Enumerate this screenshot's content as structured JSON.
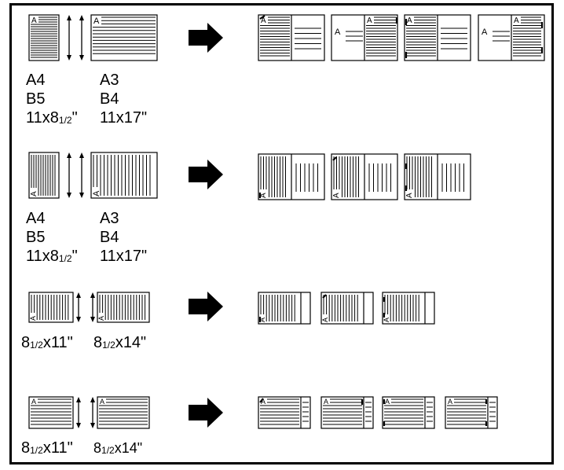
{
  "colors": {
    "ink": "#000000",
    "paper": "#ffffff"
  },
  "rows": [
    {
      "orientation": "portrait-text-horizontal",
      "left_sizes": [
        "A4",
        "B5"
      ],
      "left_fraction": {
        "int": "11x8",
        "frac": "1/2",
        "end": "\""
      },
      "right_sizes": [
        "A3",
        "B4",
        "11x17\""
      ]
    },
    {
      "orientation": "portrait-text-vertical",
      "left_sizes": [
        "A4",
        "B5"
      ],
      "left_fraction": {
        "int": "11x8",
        "frac": "1/2",
        "end": "\""
      },
      "right_sizes": [
        "A3",
        "B4",
        "11x17\""
      ]
    },
    {
      "orientation": "landscape-text-vertical",
      "left_label": {
        "int": "8",
        "frac": "1/2",
        "end": "x11\""
      },
      "right_label": {
        "int": "8",
        "frac": "1/2",
        "end": "x14\""
      }
    },
    {
      "orientation": "landscape-text-horizontal",
      "left_label": {
        "int": "8",
        "frac": "1/2",
        "end": "x11\""
      },
      "right_label": {
        "int": "8",
        "frac": "1/2",
        "end": "x14\""
      }
    }
  ],
  "page_letter": "A",
  "icons": [
    "arrow-right-icon",
    "double-arrow-icon",
    "staple-mark-icon"
  ]
}
